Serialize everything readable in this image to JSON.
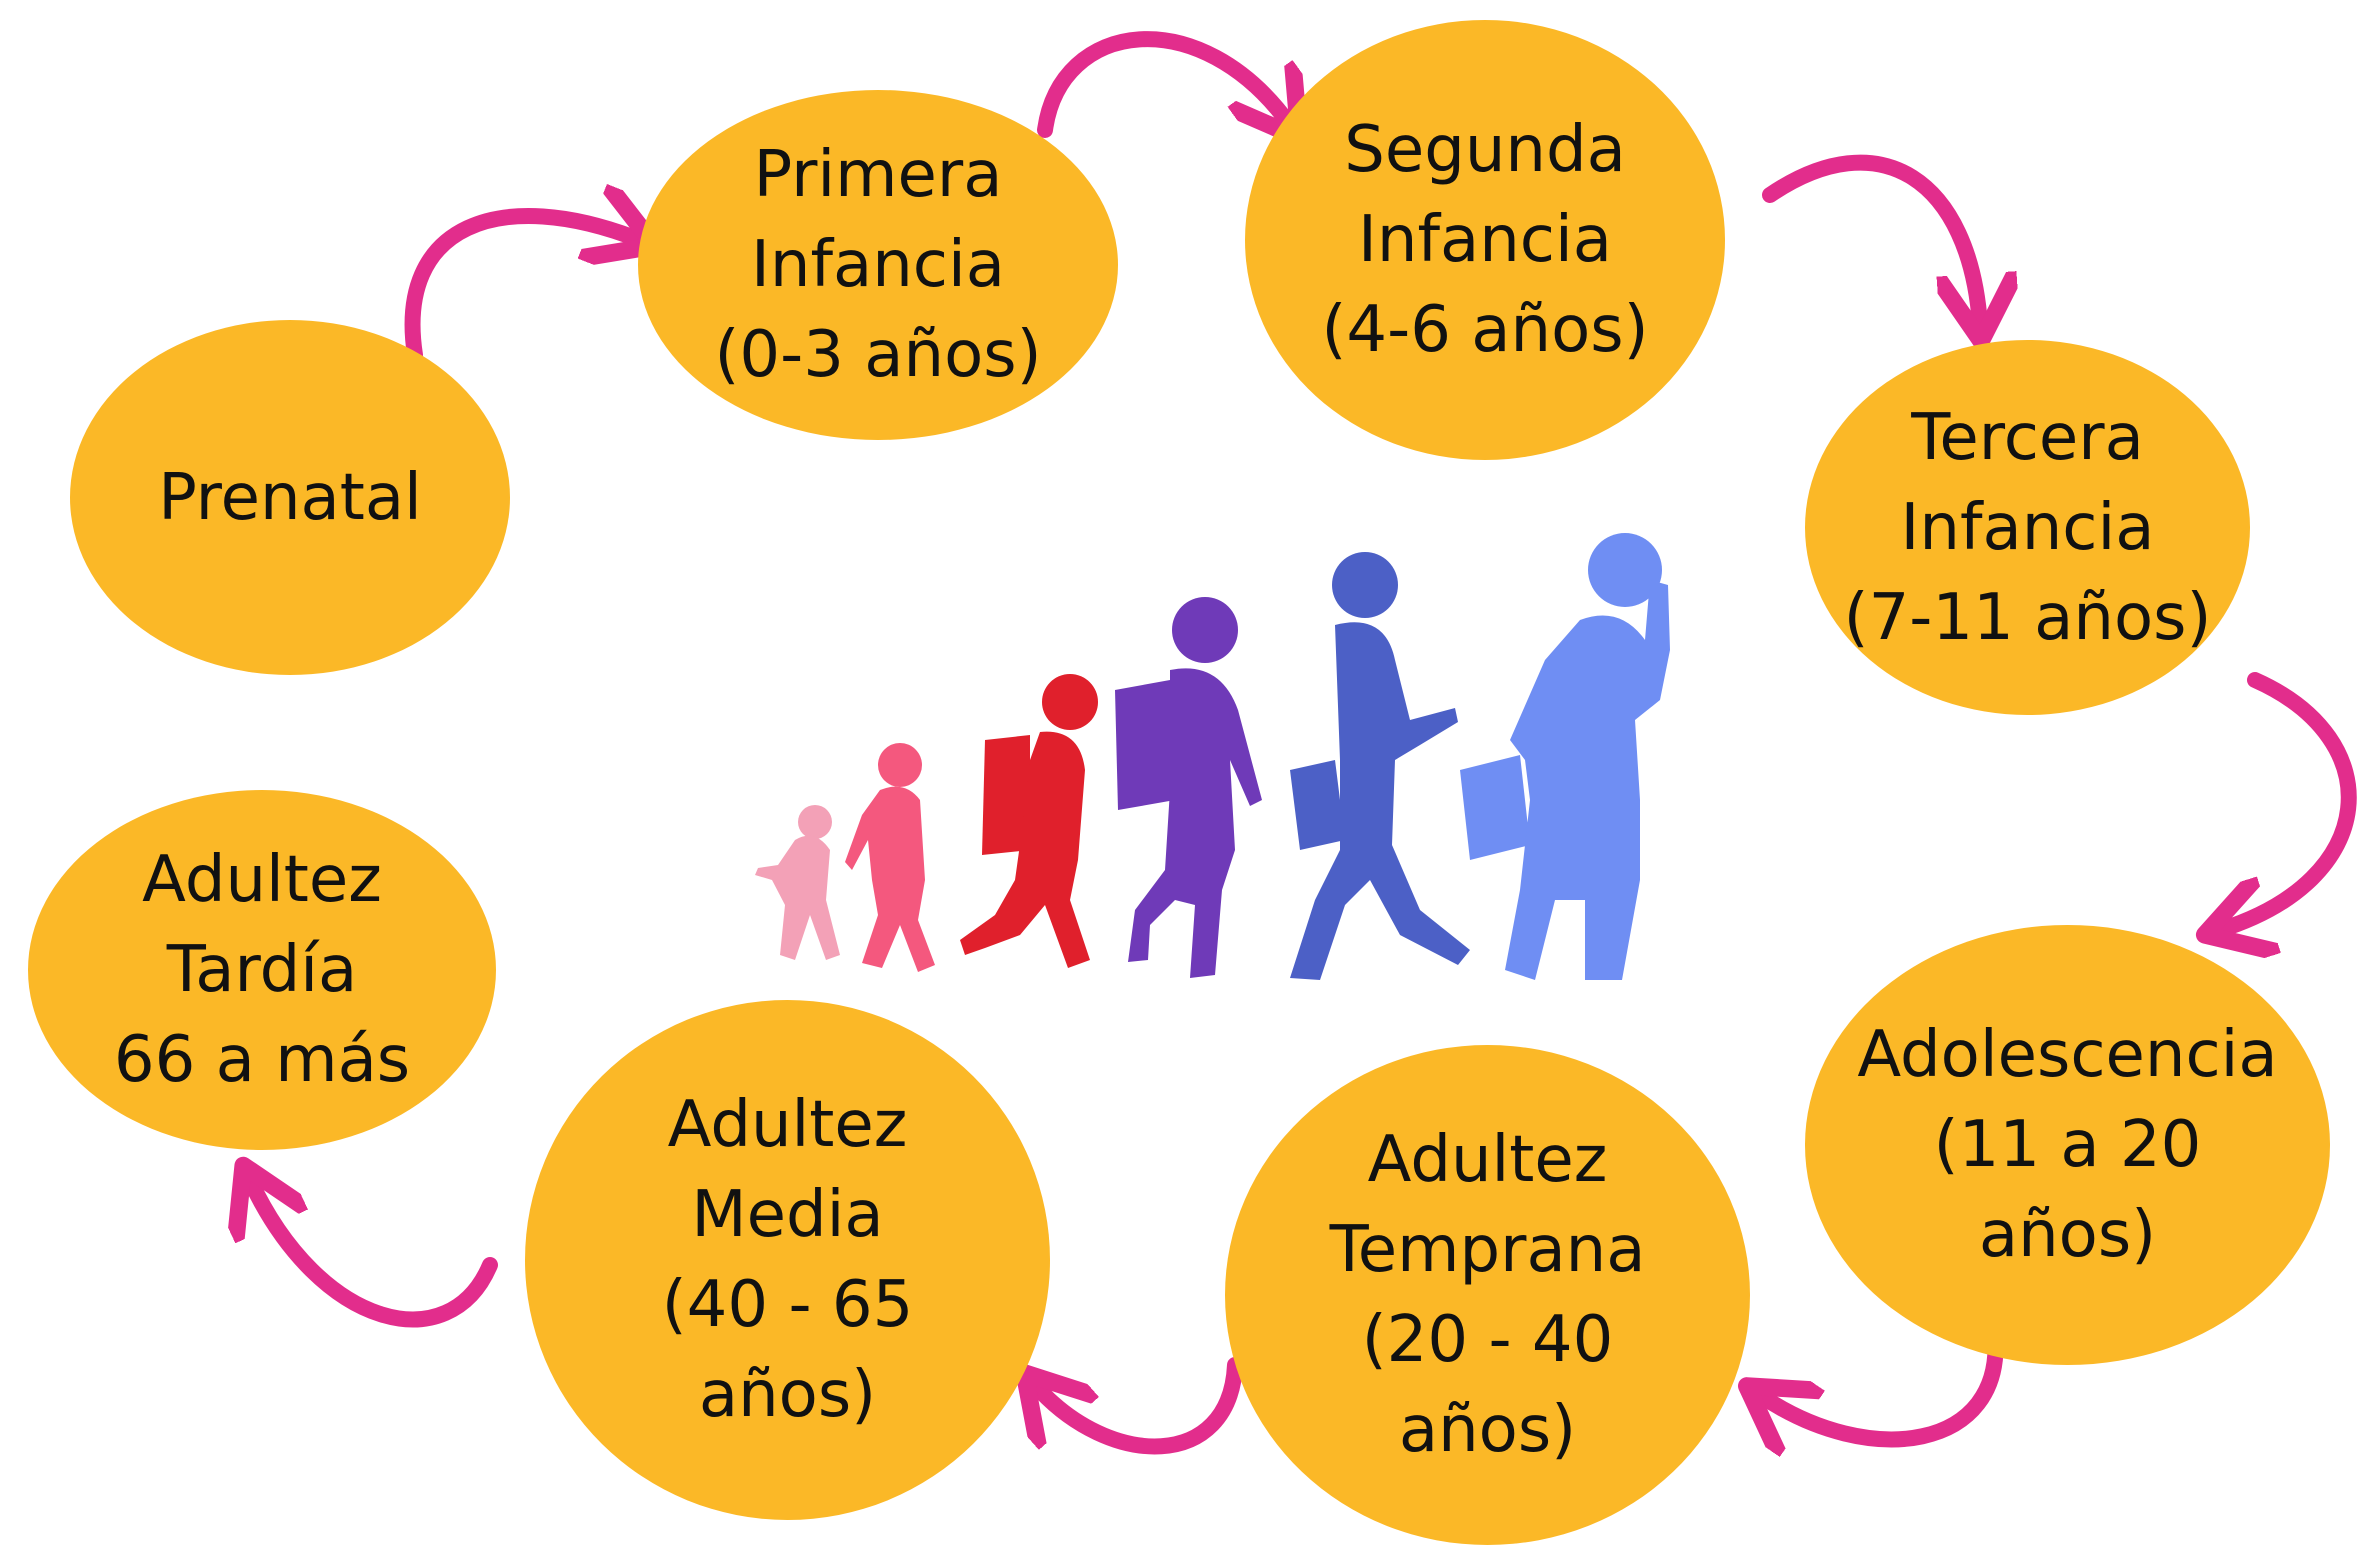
{
  "colors": {
    "node_fill": "#FBB827",
    "arrow": "#E22D8C",
    "text": "#111111",
    "figures": [
      "#F3A1B7",
      "#F4587E",
      "#E0202C",
      "#6F3AB8",
      "#4C60C6",
      "#6F8EF3"
    ]
  },
  "stages": [
    {
      "id": "prenatal",
      "lines": [
        "Prenatal"
      ]
    },
    {
      "id": "primera",
      "lines": [
        "Primera",
        "Infancia",
        "(0-3 años)"
      ]
    },
    {
      "id": "segunda",
      "lines": [
        "Segunda",
        "Infancia",
        "(4-6 años)"
      ]
    },
    {
      "id": "tercera",
      "lines": [
        "Tercera",
        "Infancia",
        "(7-11 años)"
      ]
    },
    {
      "id": "adolescencia",
      "lines": [
        "Adolescencia",
        "(11 a 20",
        "años)"
      ]
    },
    {
      "id": "temprana",
      "lines": [
        "Adultez",
        "Temprana",
        "(20 - 40",
        "años)"
      ]
    },
    {
      "id": "media",
      "lines": [
        "Adultez",
        "Media",
        "(40 - 65",
        "años)"
      ]
    },
    {
      "id": "tardia",
      "lines": [
        "Adultez",
        "Tardía",
        "66 a más"
      ]
    }
  ],
  "illustration": {
    "icon": "human-growth-silhouettes"
  }
}
